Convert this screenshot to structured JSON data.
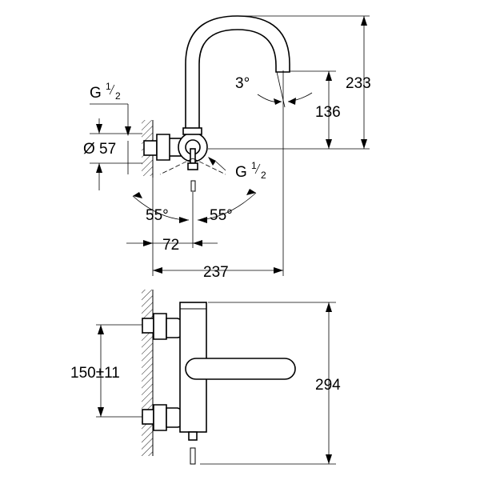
{
  "top_view": {
    "dim_height_total": "233",
    "dim_height_spout": "136",
    "dim_angle_spout": "3°",
    "dim_diameter": "Ø 57",
    "dim_thread_top_g": "G",
    "dim_thread_top_frac_num": "1",
    "dim_thread_top_frac_den": "2",
    "dim_thread_side_g": "G",
    "dim_thread_side_frac_num": "1",
    "dim_thread_side_frac_den": "2",
    "dim_angle_left": "55°",
    "dim_angle_right": "55°",
    "dim_offset": "72",
    "dim_projection": "237"
  },
  "front_view": {
    "dim_center_distance": "150±11",
    "dim_height": "294"
  }
}
